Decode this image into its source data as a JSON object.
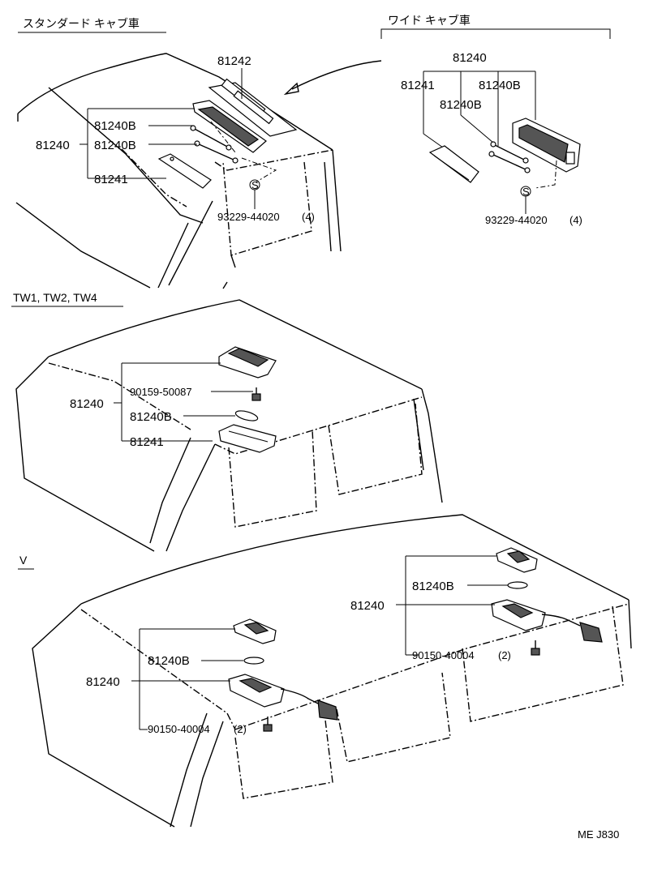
{
  "sections": {
    "standard_cab": {
      "title": "スタンダード キャブ車",
      "labels": {
        "p81242": "81242",
        "p81240B_a": "81240B",
        "p81240": "81240",
        "p81240B_b": "81240B",
        "p81241": "81241",
        "bolt": "93229-44020",
        "bolt_qty": "(4)",
        "s_mark": "S"
      }
    },
    "wide_cab": {
      "title": "ワイド キャブ車",
      "labels": {
        "p81240": "81240",
        "p81241": "81241",
        "p81240B_a": "81240B",
        "p81240B_b": "81240B",
        "bolt": "93229-44020",
        "bolt_qty": "(4)",
        "s_mark": "S"
      }
    },
    "tw": {
      "title": "TW1, TW2, TW4",
      "labels": {
        "p81240": "81240",
        "screw": "90159-50087",
        "p81240B": "81240B",
        "p81241": "81241"
      }
    },
    "v": {
      "title": "V",
      "right_labels": {
        "p81240B": "81240B",
        "p81240": "81240",
        "screw": "90150-40004",
        "screw_qty": "(2)"
      },
      "left_labels": {
        "p81240B": "81240B",
        "p81240": "81240",
        "screw": "90150-40004",
        "screw_qty": "(2)"
      }
    }
  },
  "footer": {
    "code": "ME J830"
  }
}
